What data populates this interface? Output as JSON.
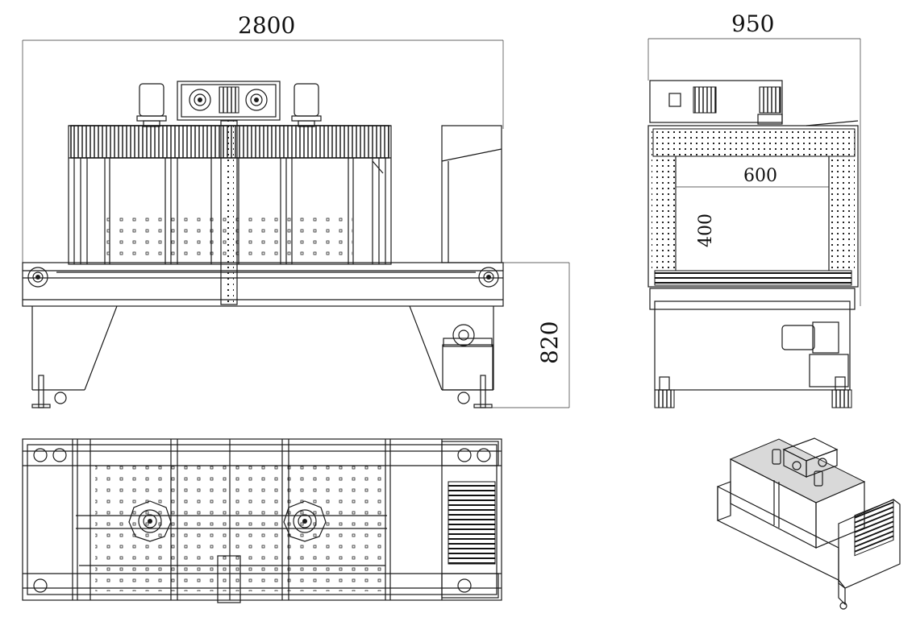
{
  "dimensions": {
    "front_length": "2800",
    "side_width": "950",
    "height": "820",
    "tunnel_width": "600",
    "tunnel_height": "400"
  }
}
